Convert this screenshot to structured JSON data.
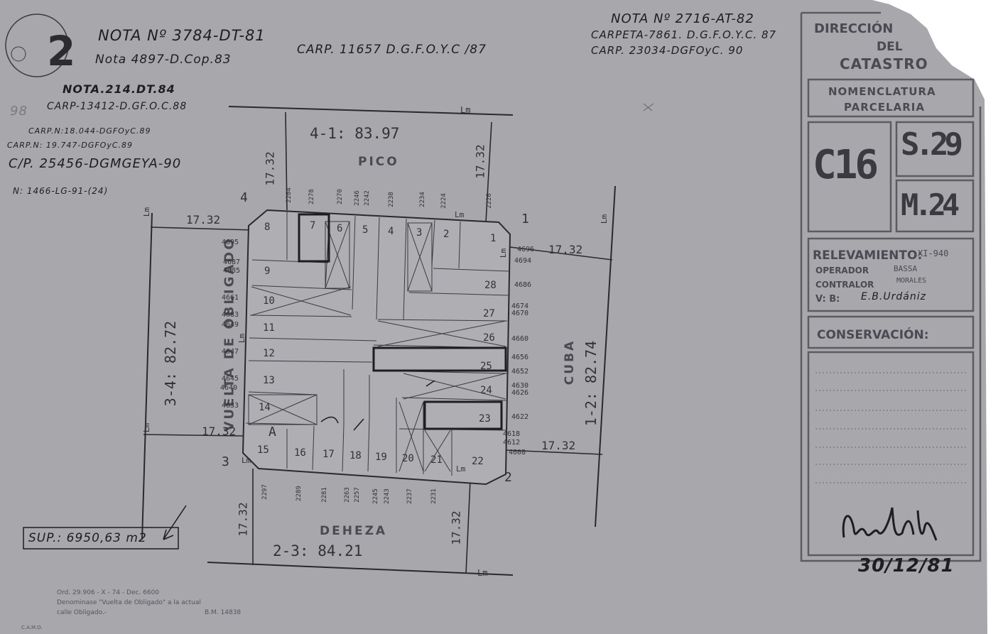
{
  "header_notes": {
    "nota_1": "NOTA Nº 3784-DT-81",
    "nota_2": "Nota 4897-D.Cop.83",
    "carp_1": "CARP. 11657 D.G.F.O.Y.C /87",
    "nota_3": "NOTA Nº 2716-AT-82",
    "carpeta_2": "CARPETA-7861. D.G.F.O.Y.C. 87",
    "carp_3": "CARP. 23034-DGFOyC. 90",
    "nota_4": "NOTA.214.DT.84",
    "carp_4": "CARP-13412-D.GF.O.C.88",
    "carp_5": "CARP.N:18.044-DGFOyC.89",
    "carp_6": "CARP.N: 19.747-DGFOyC.89",
    "carp_7": "C/P. 25456-DGMGEYA-90",
    "carp_8": "N: 1466-LG-91-(24)",
    "corner_number": "2",
    "faint_number": "98"
  },
  "plan": {
    "street_top": "PICO",
    "street_bottom": "DEHEZA",
    "street_left": "VUELTA DE OBLIGADO",
    "street_right": "CUBA",
    "side_top": "4-1: 83.97",
    "side_bottom": "2-3: 84.21",
    "side_left": "3-4: 82.72",
    "side_right": "1-2: 82.74",
    "chamfer_labels": [
      "17.32",
      "17.32",
      "17.32",
      "17.32",
      "17.32",
      "17.32",
      "17.32",
      "17.32"
    ],
    "corners": [
      "1",
      "2",
      "3",
      "4"
    ],
    "line_marks": [
      "Lm",
      "Lm",
      "Lm",
      "Lm",
      "Lm",
      "Lm",
      "Lm",
      "Lm",
      "Lm",
      "Lm"
    ],
    "parcels_top": [
      "8",
      "7",
      "6",
      "5",
      "4",
      "3",
      "2",
      "1"
    ],
    "parcels_left": [
      "9",
      "10",
      "11",
      "12",
      "13",
      "14"
    ],
    "parcels_right": [
      "28",
      "27",
      "26",
      "25",
      "24",
      "23"
    ],
    "parcels_bottom": [
      "15",
      "16",
      "17",
      "18",
      "19",
      "20",
      "21",
      "22"
    ],
    "doors_top": [
      "2284",
      "2278",
      "2270",
      "2246",
      "2242",
      "2238",
      "2234",
      "2224",
      "2220"
    ],
    "doors_left": [
      "4695",
      "4687",
      "4685",
      "4661",
      "4683",
      "4649",
      "4647",
      "4645",
      "4640",
      "4633"
    ],
    "doors_right": [
      "4696",
      "4694",
      "4686",
      "4674",
      "4670",
      "4660",
      "4656",
      "4652",
      "4630",
      "4626",
      "4622",
      "4618",
      "4612",
      "4608"
    ],
    "doors_bottom": [
      "2297",
      "2289",
      "2281",
      "2263",
      "2257",
      "2245",
      "2243",
      "2237",
      "2231"
    ],
    "mark_a": "A",
    "area": "SUP.: 6950,63 m2"
  },
  "footer": {
    "line1": "Ord. 29.906 - X - 74 - Dec. 6600",
    "line2": "Denominase \"Vuelta de Obligado\" a la actual",
    "line3_a": "calle Obligado.-",
    "line3_b": "B.M. 14838",
    "corner_code": "C.A.M.O."
  },
  "stamp": {
    "direccion": "DIRECCIÓN",
    "del": "DEL",
    "catastro": "CATASTRO",
    "nomenclatura": "NOMENCLATURA",
    "parcelaria": "PARCELARIA",
    "circ": "C16",
    "seccion": "S.29",
    "manzana": "M.24",
    "relevamiento_label": "RELEVAMIENTO:",
    "relevamiento_value": "XI-940",
    "operador_label": "OPERADOR",
    "operador_value": "BASSA",
    "contralor_label": "CONTRALOR",
    "contralor_value": "MORALES",
    "vb_label": "V: B:",
    "vb_value": "E.B.Urdániz",
    "conservacion_label": "CONSERVACIÓN:",
    "date": "30/12/81"
  },
  "colors": {
    "paper": "#a6a6ab",
    "ink": "#1e1e22",
    "print": "#4a4a52"
  }
}
